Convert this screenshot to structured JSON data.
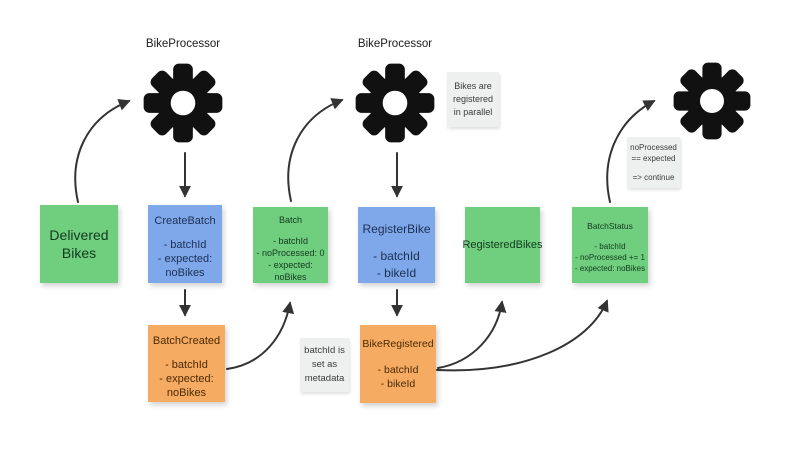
{
  "colors": {
    "note_green": "#6FCF7F",
    "note_blue": "#7FA8EA",
    "note_orange": "#F6AB62",
    "hint_grey": "#EEF0F0",
    "arrow": "#333333",
    "gear": "#111111",
    "text_green": "#14391E",
    "text_blue": "#1C2F52",
    "text_orange": "#4A2A05",
    "text_hint": "#3A3A3A",
    "label": "#1A1A1A"
  },
  "processors": [
    {
      "label": "BikeProcessor"
    },
    {
      "label": "BikeProcessor"
    },
    {
      "label": ""
    }
  ],
  "notes": {
    "delivered_bikes": {
      "label": "Delivered Bikes"
    },
    "create_batch": {
      "title": "CreateBatch",
      "lines": [
        "- batchId",
        "- expected:",
        "noBikes"
      ]
    },
    "batch": {
      "title": "Batch",
      "lines": [
        "- batchId",
        "- noProcessed: 0",
        "- expected:",
        "noBikes"
      ]
    },
    "register_bike": {
      "title": "RegisterBike",
      "lines": [
        "- batchId",
        "- bikeId"
      ]
    },
    "registered_bikes": {
      "label": "RegisteredBikes"
    },
    "batch_status": {
      "title": "BatchStatus",
      "lines": [
        "- batchId",
        "- noProcessed += 1",
        "- expected: noBikes"
      ]
    },
    "batch_created": {
      "title": "BatchCreated",
      "lines": [
        "- batchId",
        "- expected:",
        "noBikes"
      ]
    },
    "bike_registered": {
      "title": "BikeRegistered",
      "lines": [
        "- batchId",
        "- bikeId"
      ]
    }
  },
  "hints": {
    "parallel": {
      "lines": [
        "Bikes are",
        "registered",
        "in parallel"
      ]
    },
    "metadata": {
      "lines": [
        "batchId is",
        "set as",
        "metadata"
      ]
    },
    "continue": {
      "lines": [
        "noProcessed",
        "== expected",
        "",
        "=> continue"
      ]
    }
  }
}
